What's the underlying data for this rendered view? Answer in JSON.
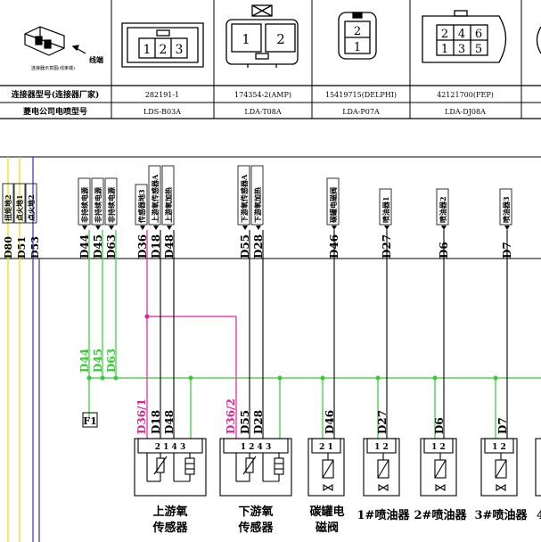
{
  "connector_table": {
    "row1_label": "连接器型号(连接器厂家)",
    "row2_label": "菱电公司电喷型号",
    "legend_caption": "连接器示意图(线束端)",
    "legend_note": "线端",
    "columns": [
      {
        "pins": [
          "1",
          "2",
          "3"
        ],
        "model": "282191-1",
        "ld": "LDS-B03A"
      },
      {
        "pins": [
          "1",
          "2"
        ],
        "model": "174354-2(AMP)",
        "ld": "LDA-T08A"
      },
      {
        "pins": [
          "2",
          "1"
        ],
        "model": "15419715(DELPHI)",
        "ld": "LDA-P07A"
      },
      {
        "pins": [
          "2",
          "4",
          "6",
          "1",
          "3",
          "5"
        ],
        "model": "42121700(FEP)",
        "ld": "LDA-DJ08A"
      }
    ]
  },
  "left_wires": [
    {
      "id": "D80",
      "color": "#e8e000"
    },
    {
      "id": "D51",
      "color": "#e8e000"
    },
    {
      "id": "D53",
      "color": "#3030c0"
    }
  ],
  "left_labels": [
    "扭矩地2",
    "点火地1",
    "点火地2"
  ],
  "bus_top": [
    {
      "id": "D44",
      "label": "非持续电源"
    },
    {
      "id": "D45",
      "label": "非持续电源"
    },
    {
      "id": "D63",
      "label": "非持续电源"
    },
    {
      "id": "D36",
      "label": "传感器地3"
    },
    {
      "id": "D18",
      "label": "上游氧传感器A"
    },
    {
      "id": "D48",
      "label": "上游氧加热"
    },
    {
      "id": "D55",
      "label": "下游氧传感器A"
    },
    {
      "id": "D28",
      "label": "下游氧加热"
    },
    {
      "id": "D46",
      "label": "碳罐电磁阀"
    },
    {
      "id": "D27",
      "label": "喷油器1"
    },
    {
      "id": "D6",
      "label": "喷油器2"
    },
    {
      "id": "D7",
      "label": "喷油器3"
    }
  ],
  "mid_labels": {
    "d44": "D44",
    "d45": "D45",
    "d63": "D63",
    "fuse": "F1"
  },
  "component_wires": {
    "d36_1": "D36/1",
    "d18": "D18",
    "d48": "D48",
    "d36_2": "D36/2",
    "d55": "D55",
    "d28": "D28",
    "d46": "D46",
    "d27": "D27",
    "d6": "D6",
    "d7": "D7"
  },
  "components": [
    {
      "name1": "上游氧",
      "name2": "传感器",
      "pins": "2 1 4 3"
    },
    {
      "name1": "下游氧",
      "name2": "传感器",
      "pins": "1 2 4 3"
    },
    {
      "name1": "碳罐电",
      "name2": "磁阀",
      "pins": "2 1"
    },
    {
      "name1": "1#喷油器",
      "name2": "",
      "pins": "1 2"
    },
    {
      "name1": "2#喷油器",
      "name2": "",
      "pins": "1 2"
    },
    {
      "name1": "3#喷油器",
      "name2": "",
      "pins": "1 2"
    },
    {
      "name1": "4",
      "name2": "",
      "pins": ""
    }
  ],
  "colors": {
    "green": "#33cc33",
    "magenta": "#e0209a",
    "yellow": "#e8e000",
    "blue": "#3030c0",
    "black": "#000000"
  }
}
